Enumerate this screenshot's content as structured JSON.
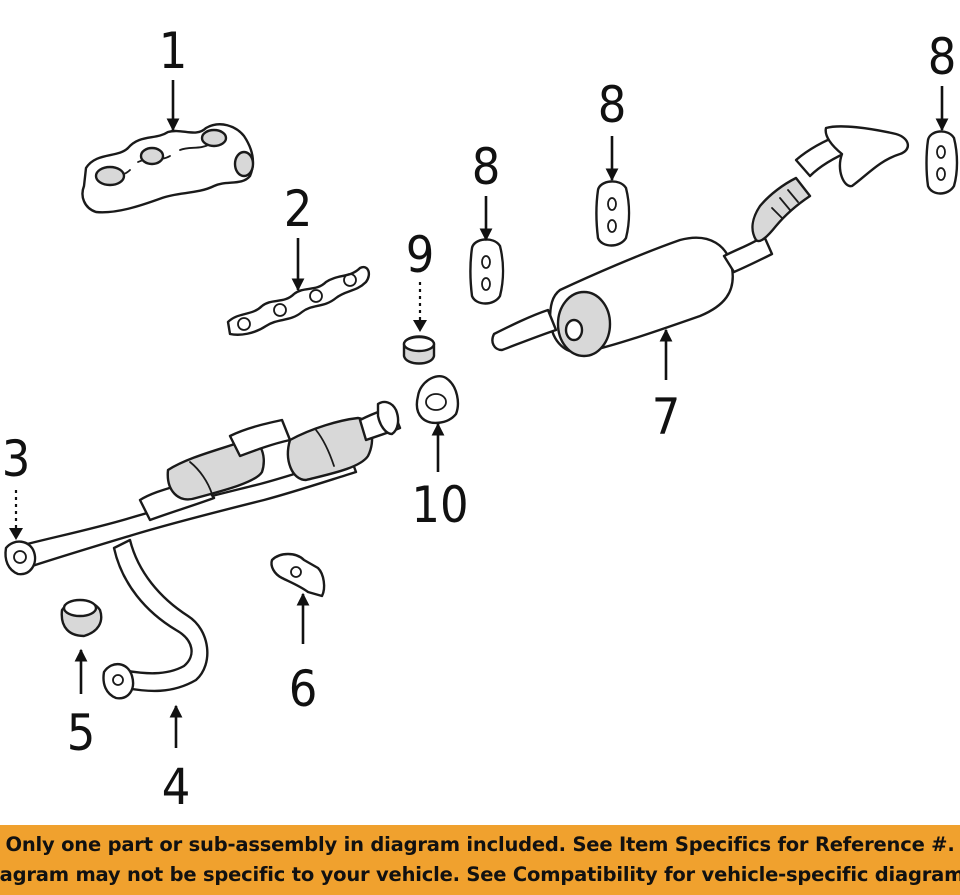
{
  "diagram": {
    "callouts": [
      {
        "id": "c1",
        "label": "1"
      },
      {
        "id": "c2",
        "label": "2"
      },
      {
        "id": "c3",
        "label": "3"
      },
      {
        "id": "c4",
        "label": "4"
      },
      {
        "id": "c5",
        "label": "5"
      },
      {
        "id": "c6",
        "label": "6"
      },
      {
        "id": "c7",
        "label": "7"
      },
      {
        "id": "c8a",
        "label": "8"
      },
      {
        "id": "c8b",
        "label": "8"
      },
      {
        "id": "c8c",
        "label": "8"
      },
      {
        "id": "c9",
        "label": "9"
      },
      {
        "id": "c10",
        "label": "10"
      }
    ]
  },
  "footer": {
    "line1": "Only one part or sub-assembly in diagram included. See Item Specifics for Reference #.",
    "line2": "Diagram may not be specific to your vehicle. See Compatibility for vehicle-specific diagrams.",
    "background": "#f0a12e"
  }
}
